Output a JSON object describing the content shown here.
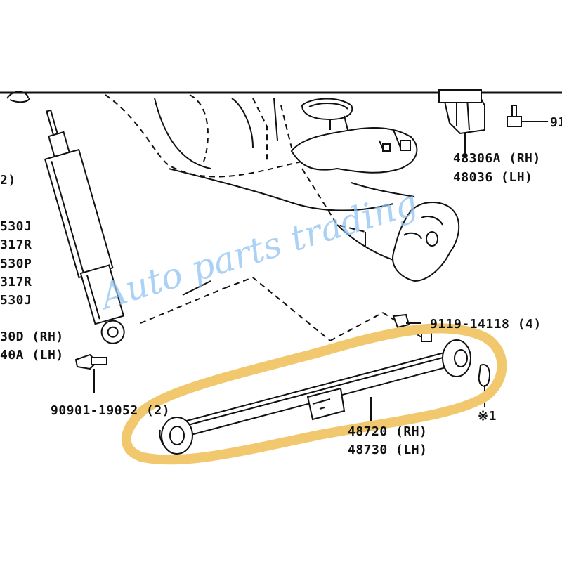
{
  "labels": {
    "top_left_partial": "2)",
    "shock_codes": [
      "530J",
      "317R",
      "530P",
      "317R",
      "530J"
    ],
    "shock_rh": "30D (RH)",
    "shock_lh": "40A (LH)",
    "bolt_left": "90901-19052 (2)",
    "bracket_rh": "48306A (RH)",
    "bracket_lh": "48036  (LH)",
    "bolt_top_right": "91",
    "nut_right": "9119-14118 (4)",
    "arm_rh": "48720 (RH)",
    "arm_lh": "48730 (LH)",
    "note_mark": "※1"
  },
  "watermark": "Auto parts trading",
  "colors": {
    "highlight": "#f2c86e",
    "watermark": "#8fc3f0",
    "line": "#111111"
  }
}
